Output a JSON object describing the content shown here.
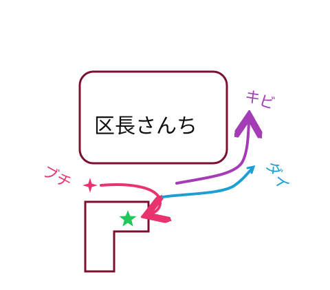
{
  "box": {
    "label": "区長さんち"
  },
  "annotations": {
    "pink": "ブチ",
    "purple": "キビ",
    "blue": "ダイ"
  },
  "colors": {
    "outline": "#7a0f2e",
    "pink": "#e8336f",
    "purple": "#a33cb5",
    "blue": "#1d9fd4",
    "star": "#1ec95a"
  }
}
